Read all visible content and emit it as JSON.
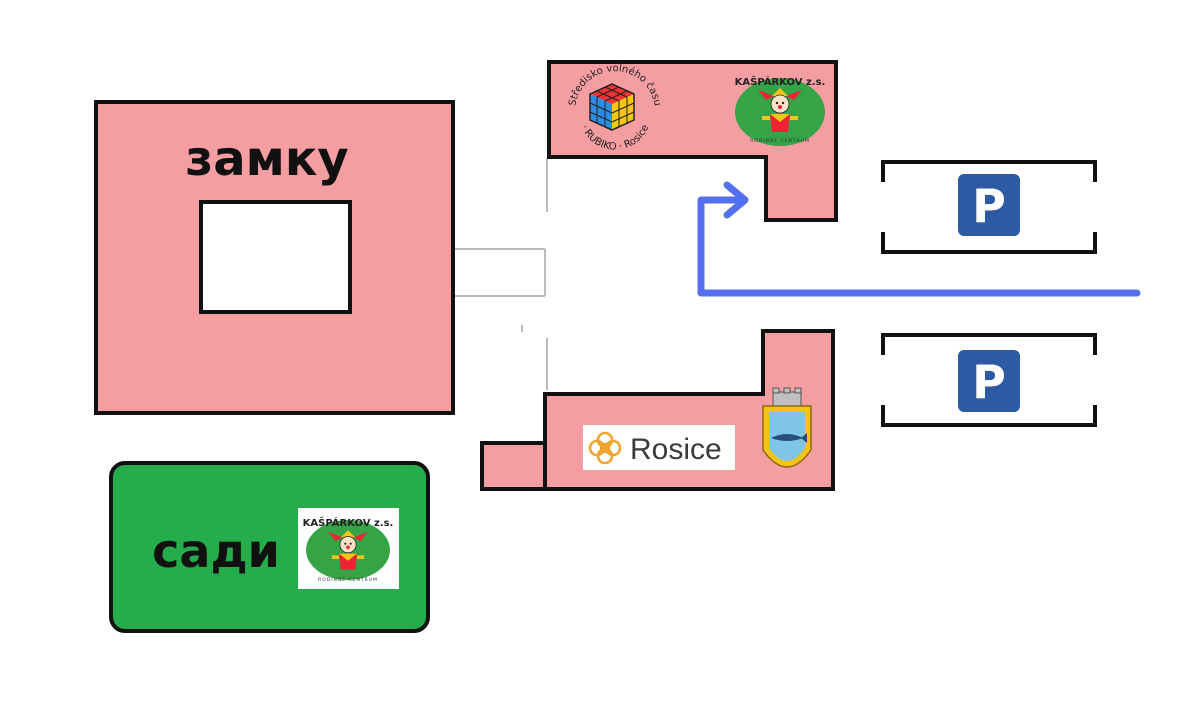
{
  "labels": {
    "castle": "замку",
    "garden": "сади"
  },
  "logos": {
    "rubiko": {
      "arc_text": "Středisko volného času · RUBIKO · Rosice",
      "icon": "rubiks-cube-icon"
    },
    "kasparkov": {
      "title": "KAŠPÁRKOV z.s.",
      "subtitle": "RODINNÉ CENTRUM",
      "icon": "jester-icon"
    },
    "rosice": {
      "text": "Rosice",
      "icon": "flower-logo-icon"
    },
    "coat_of_arms": {
      "icon": "coat-of-arms-icon"
    }
  },
  "parking": [
    {
      "letter": "P",
      "icon": "parking-icon"
    },
    {
      "letter": "P",
      "icon": "parking-icon"
    }
  ],
  "route": {
    "icon": "route-arrow-icon",
    "color": "#5470f0"
  },
  "colors": {
    "building": "#f59ea2",
    "garden": "#24ad4a",
    "parking_sign": "#2e5aa5",
    "route": "#5470f0",
    "outline": "#111111"
  }
}
